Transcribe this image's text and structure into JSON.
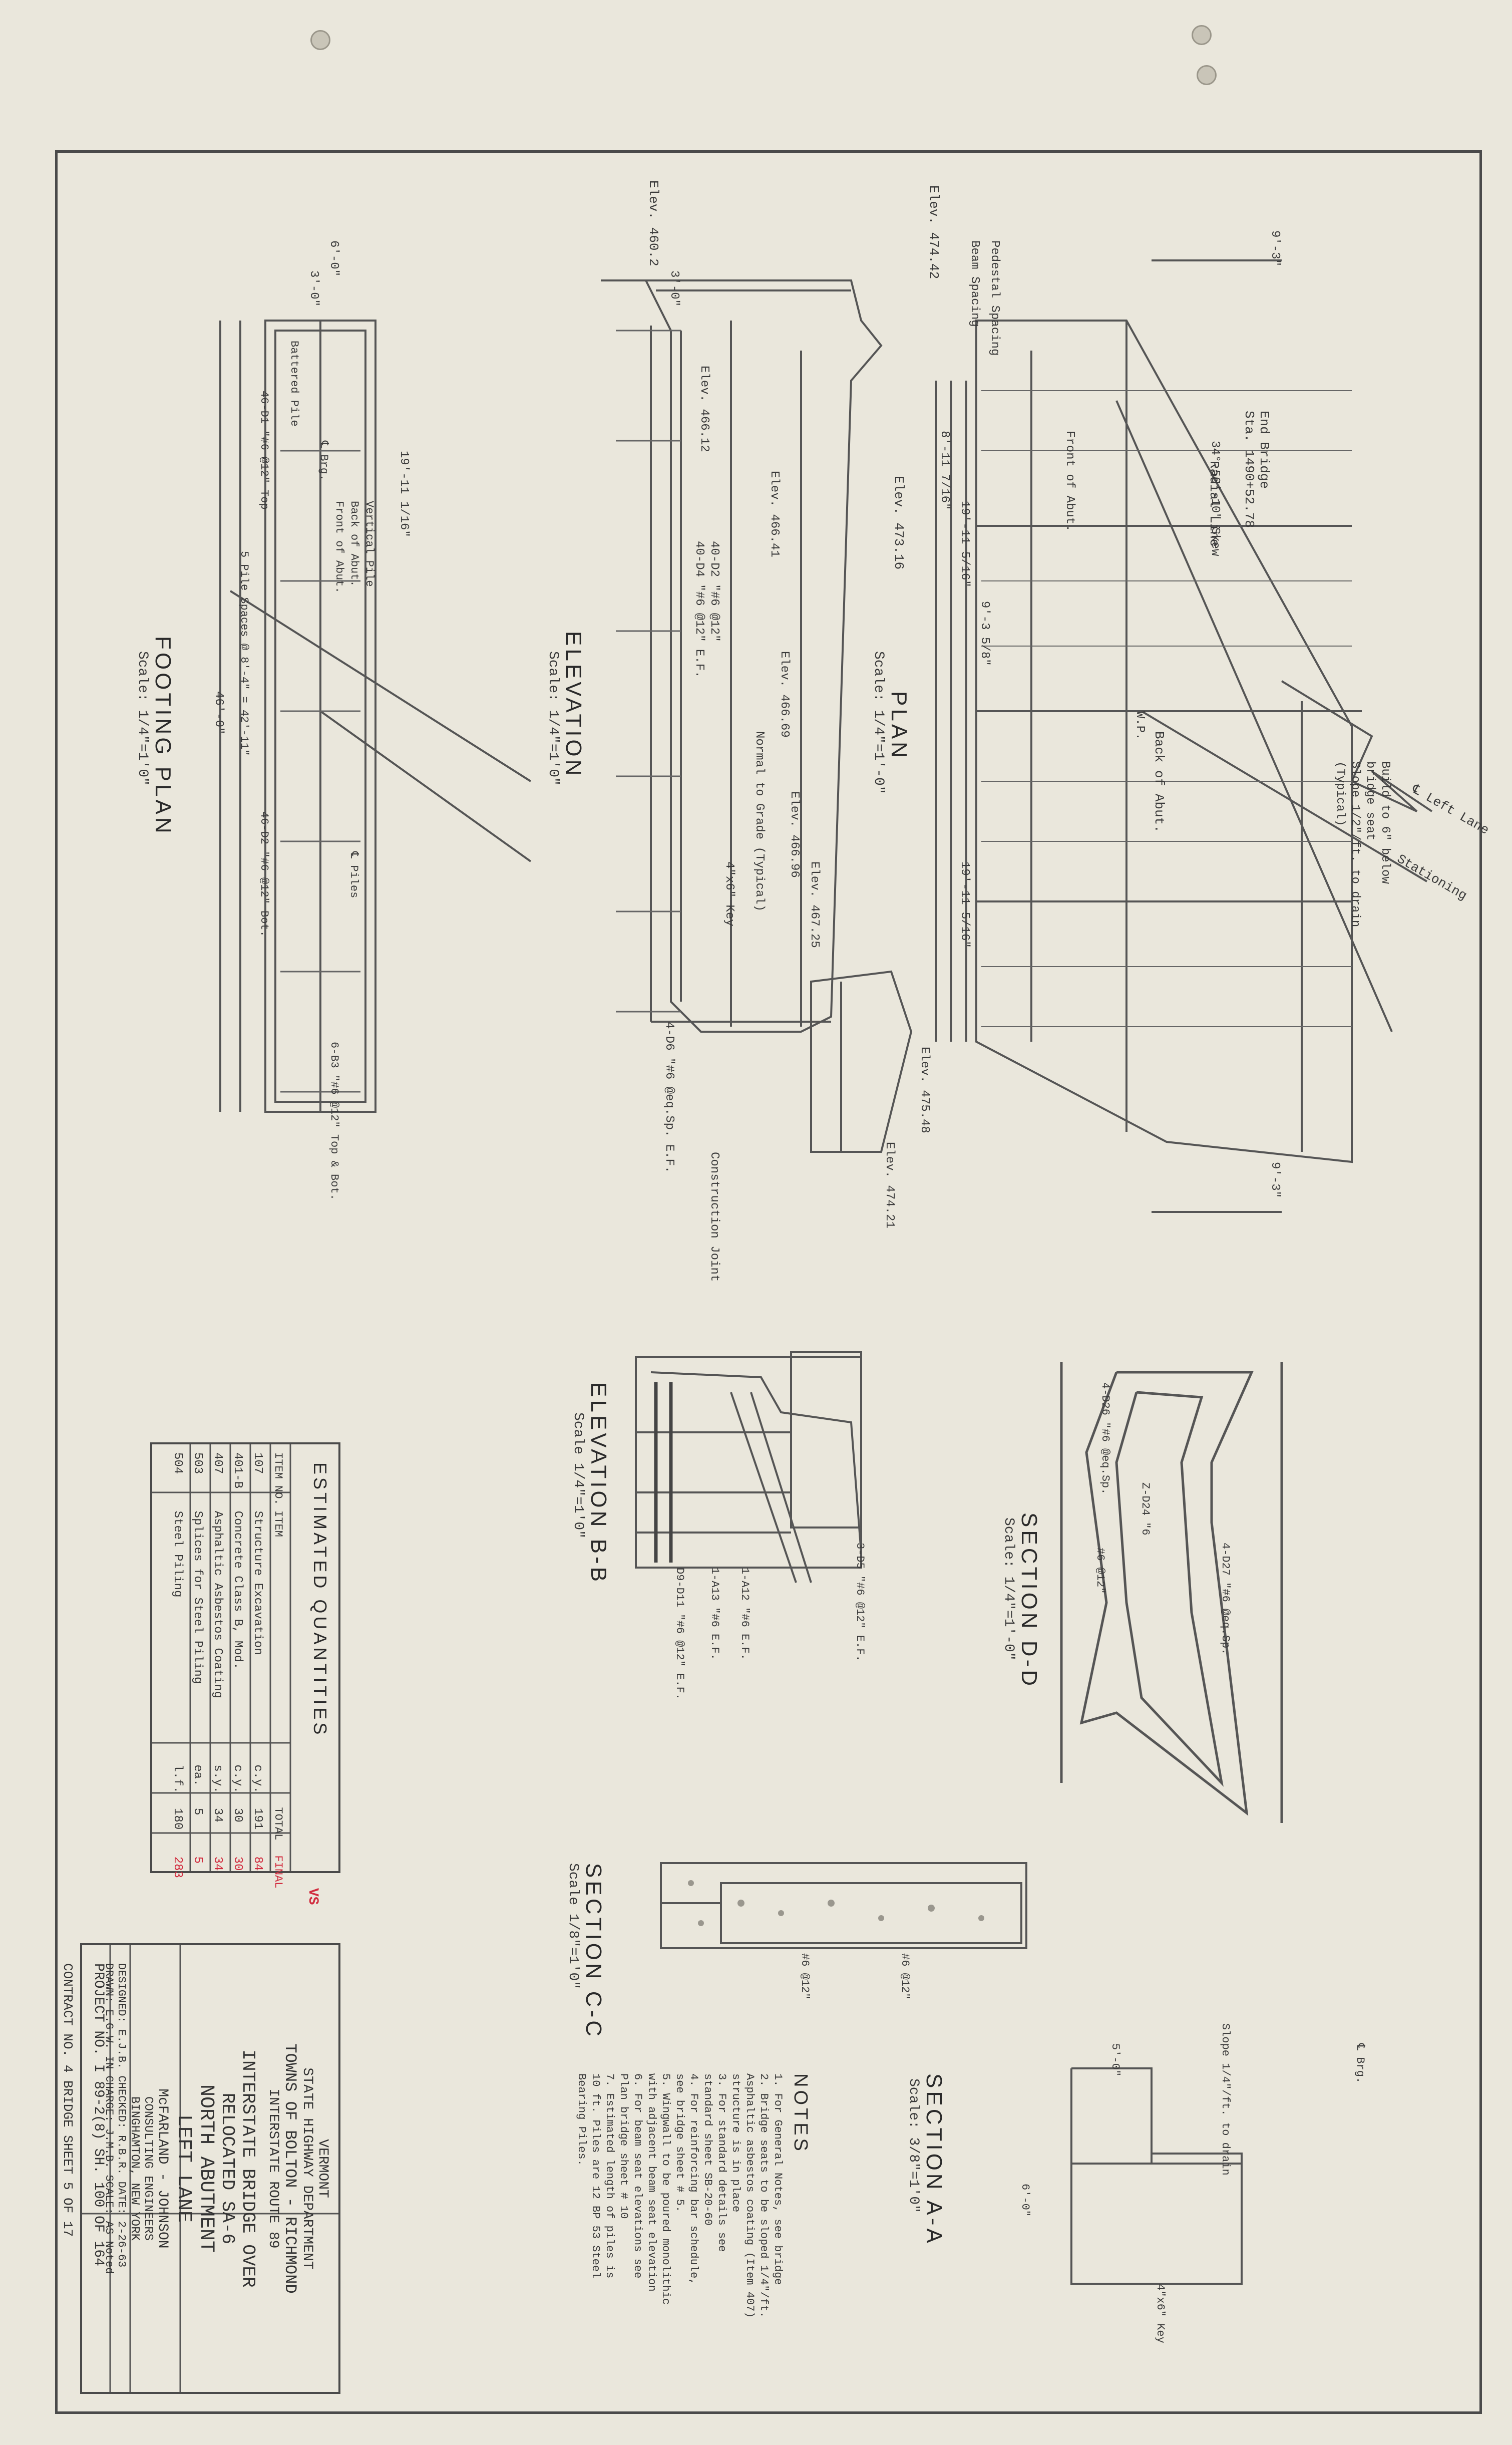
{
  "drawing": {
    "views": {
      "plan": "PLAN",
      "plan_scale": "Scale: 1/4\"=1'-0\"",
      "elevation": "ELEVATION",
      "elevation_scale": "Scale: 1/4\"=1'0\"",
      "footing_plan": "FOOTING PLAN",
      "footing_plan_scale": "Scale: 1/4\"=1'0\"",
      "section_dd": "SECTION D-D",
      "section_dd_scale": "Scale: 1/4\"=1'-0\"",
      "elevation_bb": "ELEVATION B-B",
      "elevation_bb_scale": "Scale 1/4\"=1'0\"",
      "section_cc": "SECTION C-C",
      "section_cc_scale": "Scale 1/8\"=1'0\"",
      "section_aa": "SECTION A-A",
      "section_aa_scale": "Scale: 3/8\"=1'0\""
    },
    "plan_labels": {
      "elev_top": "Elev. 474.42",
      "elev_2": "Elev. 473.16",
      "end_bridge": "End Bridge",
      "end_bridge_sta": "Sta. 1490+52.78",
      "radial_line": "Radial Line",
      "left_lane": "℄ Left Lane",
      "stationing": "Stationing",
      "build_note_1": "Build to 6\" below",
      "build_note_2": "bridge seat",
      "build_note_3": "Slope 1/2\"/ft. to drain",
      "build_note_4": "(Typical)",
      "back_of_abut": "Back of Abut.",
      "front_of_abut": "Front of Abut.",
      "wp": "W.P.",
      "pedestal_spacing": "Pedestal Spacing",
      "beam_spacing": "Beam Spacing",
      "skew": "34°-50'-10\" Skew",
      "dim_1": "19'-11 5/16\"",
      "dim_2": "19'-11 5/16\"",
      "dim_3": "9'-3\"",
      "dim_4": "9'-3\"",
      "dim_5": "8'-11 7/16\"",
      "dim_6": "9'-3 5/8\""
    },
    "elevation_labels": {
      "elev_460": "Elev. 460.2",
      "elev_466_12": "Elev. 466.12",
      "elev_466_41": "Elev. 466.41",
      "elev_466_69": "Elev. 466.69",
      "elev_466_96": "Elev. 466.96",
      "elev_467_25": "Elev. 467.25",
      "elev_475_48": "Elev. 475.48",
      "elev_474_21": "Elev. 474.21",
      "normal_grade": "Normal to Grade (Typical)",
      "key": "4\"x6\" Key",
      "bars_1": "40-D2 \"#6 @12\"",
      "bars_2": "40-D4 \"#6 @12\" E.F.",
      "bars_3": "4-D6 \"#6 @eq.Sp. E.F.",
      "construction_joint": "Construction Joint",
      "dim_3_0": "3'-0\""
    },
    "footing_labels": {
      "dim_6_0": "6'-0\"",
      "dim_3_0": "3'-0\"",
      "dim_19_11": "19'-11 1/16\"",
      "dim_46_0": "46'-0\"",
      "battered_pile": "Battered Pile",
      "vertical_pile": "Vertical Pile",
      "back_of_abut": "Back of Abut.",
      "front_of_abut": "Front of Abut.",
      "brg": "℄ Brg.",
      "piles": "℄ Piles",
      "bars_top": "46-D1 \"#6 @12\" Top",
      "bars_bot": "46-D2 \"#6 @12\" Bot.",
      "pile_spaces": "5 Pile Spaces @ 8'-4\" = 42'-11\"",
      "bars_topbot": "6-B3 \"#6 @12\" Top & Bot."
    },
    "sections": {
      "dd_bars_1": "4-D26 \"#6 @eq.Sp.",
      "dd_bars_2": "4-D27 \"#6 @eq.Sp.",
      "dd_bars_3": "Z-D24 \"6",
      "dd_spacing": "#6 @12\"",
      "bb_bars_1": "3-D5 \"#6 @12\" E.F.",
      "bb_bars_2": "1-A12 \"#6 E.F.",
      "bb_bars_3": "1-A13 \"#6 E.F.",
      "bb_bars_4": "D9-D11 \"#6 @12\" E.F.",
      "cc_spacing_1": "#6 @12\"",
      "cc_spacing_2": "#6 @12\"",
      "aa_dim_1": "5'-0\"",
      "aa_dim_2": "6'-0\"",
      "aa_slope": "Slope 1/4\"/ft. to drain",
      "aa_key": "4\"x6\" Key",
      "aa_brg": "℄ Brg."
    },
    "notes": {
      "title": "NOTES",
      "items": [
        "1.  For General Notes, see bridge",
        "2.  Bridge seats to be sloped 1/4\"/ft.",
        "    Asphaltic asbestos coating (Item 407)",
        "    structure is in place",
        "3.  For standard details see",
        "    standard sheet SB-20-60",
        "4.  For reinforcing bar schedule,",
        "    see bridge sheet # 5.",
        "5.  Wingwall to be poured monolithic",
        "    with adjacent beam seat elevation",
        "6.  For beam seat elevations see",
        "    Plan bridge sheet # 10",
        "7.  Estimated length of piles is",
        "    10 ft.  Piles are 12 BP 53 Steel",
        "    Bearing Piles."
      ]
    },
    "quantities": {
      "title": "ESTIMATED QUANTITIES",
      "headers": [
        "ITEM NO.",
        "ITEM",
        "",
        "TOTAL",
        "FINAL"
      ],
      "rows": [
        [
          "107",
          "Structure Excavation",
          "c.y.",
          "191",
          "84"
        ],
        [
          "401-B",
          "Concrete Class B, Mod.",
          "c.y.",
          "30",
          "30"
        ],
        [
          "407",
          "Asphaltic Asbestos Coating",
          "s.y.",
          "34",
          "34"
        ],
        [
          "503",
          "Splices for Steel Piling",
          "ea.",
          "5",
          "5"
        ],
        [
          "504",
          "Steel Piling",
          "l.f.",
          "180",
          "283"
        ]
      ],
      "check_mark": "VS"
    },
    "title_block": {
      "state": "VERMONT",
      "dept": "STATE HIGHWAY DEPARTMENT",
      "towns": "TOWNS OF BOLTON - RICHMOND",
      "route": "INTERSTATE ROUTE 89",
      "bridge": "INTERSTATE BRIDGE OVER",
      "relocated": "RELOCATED SA-6",
      "abutment": "NORTH ABUTMENT",
      "lane": "LEFT LANE",
      "firm": "McFARLAND - JOHNSON",
      "firm_2": "CONSULTING ENGINEERS",
      "firm_3": "BINGHAMTON, NEW YORK",
      "designed": "DESIGNED: E.J.B.  CHECKED: R.B.R.  DATE: 2-26-63",
      "drawn": "DRAWN: E.G.W.  IN CHARGE: J.M.B.  SCALE: AS Noted",
      "project": "PROJECT NO. I 89-2(8)   SH. 100 OF 164",
      "contract": "CONTRACT NO. 4   BRIDGE SHEET 5 OF 17"
    }
  }
}
